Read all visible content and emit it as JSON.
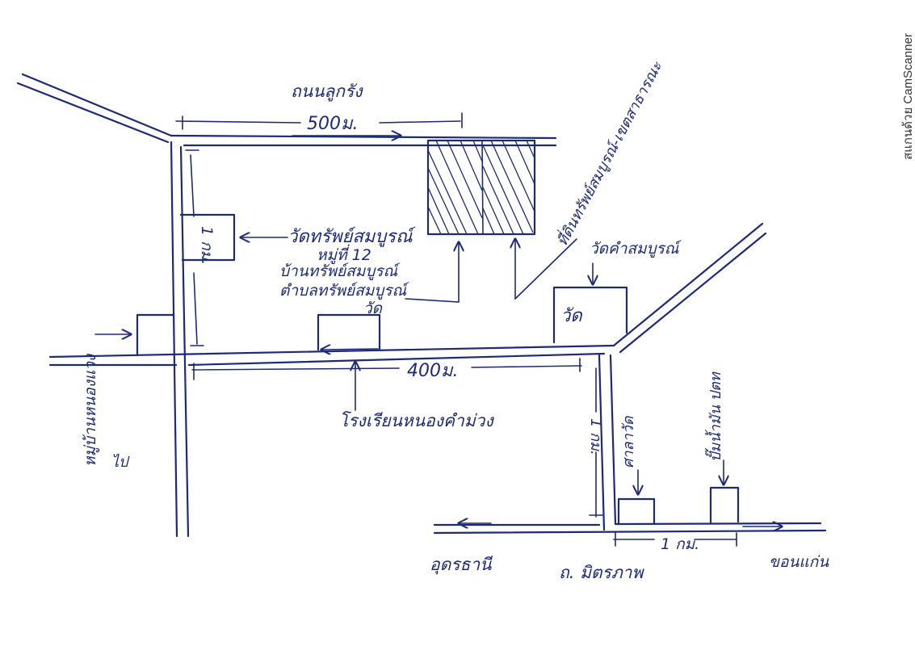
{
  "watermark": "สแกนด้วย CamScanner",
  "labels": {
    "road_top": "ถนนลูกรัง",
    "dist_top": "500ม.",
    "temple_left": "วัดทรัพย์สมบูรณ์",
    "village_1": "บ้านทรัพย์สมบูรณ์",
    "village_2": "หมู่ที่ 12",
    "village_3": "ตำบลทรัพย์สมบูรณ์",
    "village_4": "วัด",
    "dist_left_vert": "1 กม.",
    "temple_right_label": "วัดคำสมบูรณ์",
    "temple_box": "วัด",
    "land_label": "ที่ดินทรัพย์สมบูรณ์-เขตสาธารณะ",
    "dist_mid": "400ม.",
    "school": "โรงเรียนหนองคำม่วง",
    "dist_right_vert": "1 กม.",
    "sala": "ศาลาวัด",
    "gas": "ปั๊มน้ำมัน ปตท",
    "city_left": "อุดรธานี",
    "dist_bottom": "1 กม.",
    "highway": "ถ. มิตรภาพ",
    "city_right": "ขอนแก่น",
    "left_vertical": "หมู่บ้านหนองแวง",
    "left_small": "ไป"
  }
}
